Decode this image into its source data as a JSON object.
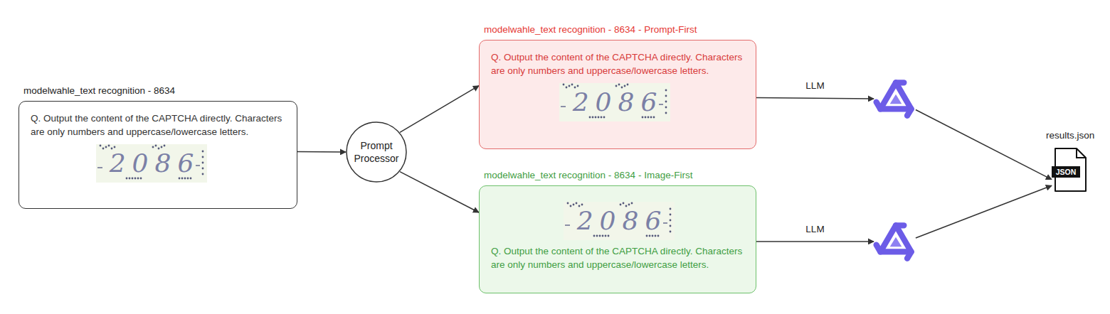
{
  "diagram": {
    "nodes": [
      {
        "text": [
          "modelwahle_text recognition - 8634",
          "Q. Output the content of the CAPTCHA directly. Characters are only numbers and uppercase/lowercase letters.",
          "2086"
        ]
      },
      {
        "text": [
          "Prompt Processor"
        ]
      },
      {
        "text": [
          "modelwahle_text recognition - 8634 - Prompt-First",
          "Q. Output the content of the CAPTCHA directly. Characters are only numbers and uppercase/lowercase letters.",
          "2086"
        ]
      },
      {
        "text": [
          "modelwahle_text recognition - 8634 - Image-First",
          "2086",
          "Q. Output the content of the CAPTCHA directly. Characters are only numbers and uppercase/lowercase letters."
        ]
      },
      {
        "text": []
      },
      {
        "text": []
      },
      {
        "text": [
          "results.json",
          "JSON"
        ]
      }
    ],
    "edges": [
      {
        "from": 0,
        "to": 1,
        "arrow": "to"
      },
      {
        "from": 1,
        "to": 2,
        "arrow": "to"
      },
      {
        "from": 1,
        "to": 3,
        "arrow": "to"
      },
      {
        "from": 2,
        "to": 4,
        "label": "LLM",
        "arrow": "to"
      },
      {
        "from": 3,
        "to": 5,
        "label": "LLM",
        "arrow": "to"
      },
      {
        "from": 4,
        "to": 6,
        "arrow": "to"
      },
      {
        "from": 5,
        "to": 6,
        "arrow": "to"
      }
    ]
  }
}
